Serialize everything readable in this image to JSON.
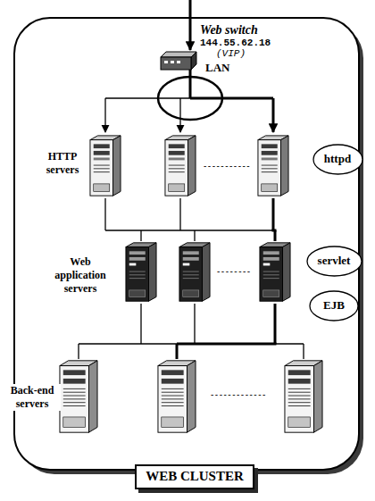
{
  "diagram": {
    "nodes": [
      {
        "text": [
          "httpd"
        ]
      },
      {
        "text": [
          "servlet"
        ]
      },
      {
        "text": [
          "EJB"
        ]
      },
      {
        "text": [
          "WEB CLUSTER"
        ]
      }
    ],
    "labels": [
      "Web switch",
      "144.55.62.18",
      "(VIP)",
      "LAN",
      "HTTP servers",
      "-----------",
      "Web application servers",
      "--------",
      "Back-end servers",
      "-------------"
    ]
  }
}
